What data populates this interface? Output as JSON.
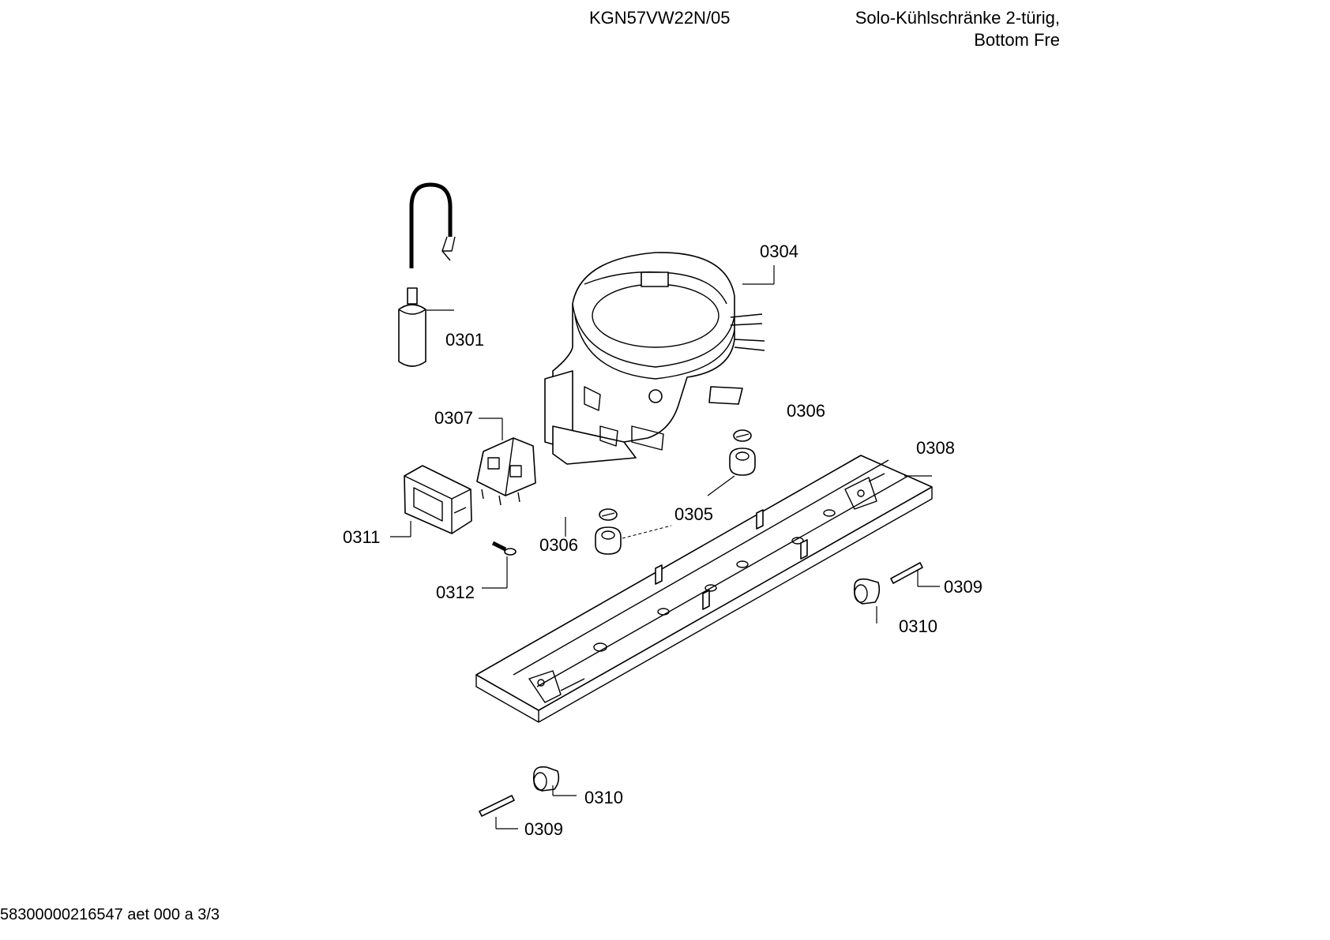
{
  "header": {
    "model": "KGN57VW22N/05",
    "description_line1": "Solo-Kühlschränke 2-türig,",
    "description_line2": "Bottom Fre"
  },
  "footer": {
    "doc_ref": "58300000216547 aet 000 a 3/3"
  },
  "callouts": {
    "c0301": "0301",
    "c0304": "0304",
    "c0305": "0305",
    "c0306a": "0306",
    "c0306b": "0306",
    "c0307": "0307",
    "c0308": "0308",
    "c0309a": "0309",
    "c0309b": "0309",
    "c0310a": "0310",
    "c0310b": "0310",
    "c0311": "0311",
    "c0312": "0312"
  }
}
